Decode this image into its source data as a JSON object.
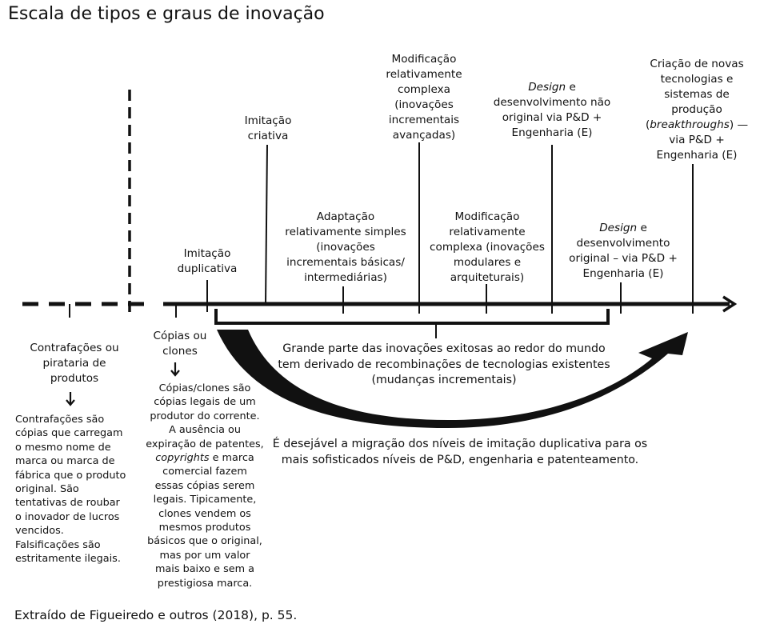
{
  "title": "Escala de tipos e graus de inovação",
  "levels": [
    {
      "id": "imitacao-duplicativa",
      "lines": [
        "Imitação",
        "duplicativa"
      ]
    },
    {
      "id": "imitacao-criativa",
      "lines": [
        "Imitação",
        "criativa"
      ]
    },
    {
      "id": "adaptacao",
      "lines": [
        "Adaptação",
        "relativamente simples",
        "(inovações",
        "incrementais básicas/",
        "intermediárias)"
      ]
    },
    {
      "id": "modificacao-complexa-avancadas",
      "lines": [
        "Modificação",
        "relativamente",
        "complexa",
        "(inovações",
        "incrementais",
        "avançadas)"
      ]
    },
    {
      "id": "modificacao-complexa-modulares",
      "lines": [
        "Modificação",
        "relativamente",
        "complexa (inovações",
        "modulares e",
        "arquiteturais)"
      ]
    },
    {
      "id": "design-nao-original",
      "italic": "Design",
      "first_rest": " e",
      "lines": [
        "desenvolvimento não",
        "original via P&D +",
        "Engenharia (E)"
      ]
    },
    {
      "id": "design-original",
      "italic": "Design",
      "first_rest": " e",
      "lines": [
        "desenvolvimento",
        "original – via P&D +",
        "Engenharia (E)"
      ]
    },
    {
      "id": "criacao",
      "lines": [
        "Criação de novas",
        "tecnologias e",
        "sistemas de",
        "produção"
      ],
      "italic_prefix": "(",
      "italic": "breakthroughs",
      "italic_suffix": ") —",
      "after": [
        "via P&D +",
        "Engenharia (E)"
      ]
    }
  ],
  "contrafacoes": {
    "heading": [
      "Contrafações ou",
      "pirataria de",
      "produtos"
    ],
    "arrow_icon": "arrow-down-icon",
    "body": [
      "Contrafações são",
      "cópias que carregam",
      "o mesmo nome de",
      "marca ou marca de",
      "fábrica que o produto",
      "original. São",
      "tentativas de roubar",
      "o inovador de lucros",
      "vencidos.",
      "Falsificações são",
      "estritamente ilegais."
    ]
  },
  "copias": {
    "heading": [
      "Cópias ou",
      "clones"
    ],
    "arrow_icon": "arrow-down-icon",
    "body_before": [
      "Cópias/clones são",
      "cópias legais de um",
      "produtor do corrente.",
      "A ausência ou",
      "expiração de patentes,"
    ],
    "italic": "copyrights",
    "italic_rest": " e marca",
    "body_after": [
      "comercial fazem",
      "essas cópias serem",
      "legais. Tipicamente,",
      "clones vendem os",
      "mesmos produtos",
      "básicos que o original,",
      "mas por um valor",
      "mais baixo e sem a",
      "prestigiosa marca."
    ]
  },
  "bracket_note": [
    "Grande parte das inovações exitosas ao redor do mundo",
    "tem derivado de recombinações de tecnologias existentes",
    "(mudanças incrementais)"
  ],
  "migration_note": [
    "É desejável a migração dos níveis de imitação duplicativa para os",
    "mais sofisticados níveis de P&D, engenharia e patenteamento."
  ],
  "credit": "Extraído de Figueiredo e outros (2018), p. 55."
}
